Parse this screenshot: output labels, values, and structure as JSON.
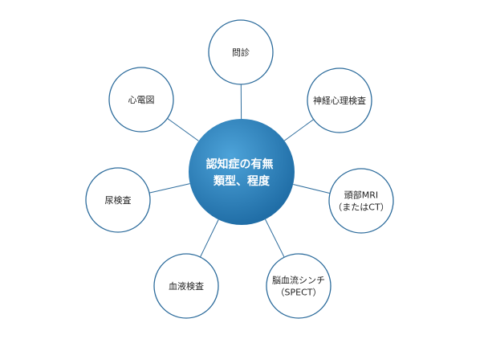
{
  "diagram": {
    "center": {
      "lines": [
        "認知症の有無",
        "類型、程度"
      ]
    },
    "nodes": [
      {
        "id": "interview",
        "lines": [
          "問診"
        ]
      },
      {
        "id": "neuropsych",
        "lines": [
          "神経心理検査"
        ]
      },
      {
        "id": "head-mri",
        "lines": [
          "頭部MRI",
          "（またはCT）"
        ]
      },
      {
        "id": "spect",
        "lines": [
          "脳血流シンチ",
          "（SPECT）"
        ]
      },
      {
        "id": "blood-test",
        "lines": [
          "血液検査"
        ]
      },
      {
        "id": "urine-test",
        "lines": [
          "尿検査"
        ]
      },
      {
        "id": "ecg",
        "lines": [
          "心電図"
        ]
      }
    ],
    "colors": {
      "hub_light": "#3f95cf",
      "hub_dark": "#1f6fa8",
      "outline": "#2d6c9c"
    }
  }
}
